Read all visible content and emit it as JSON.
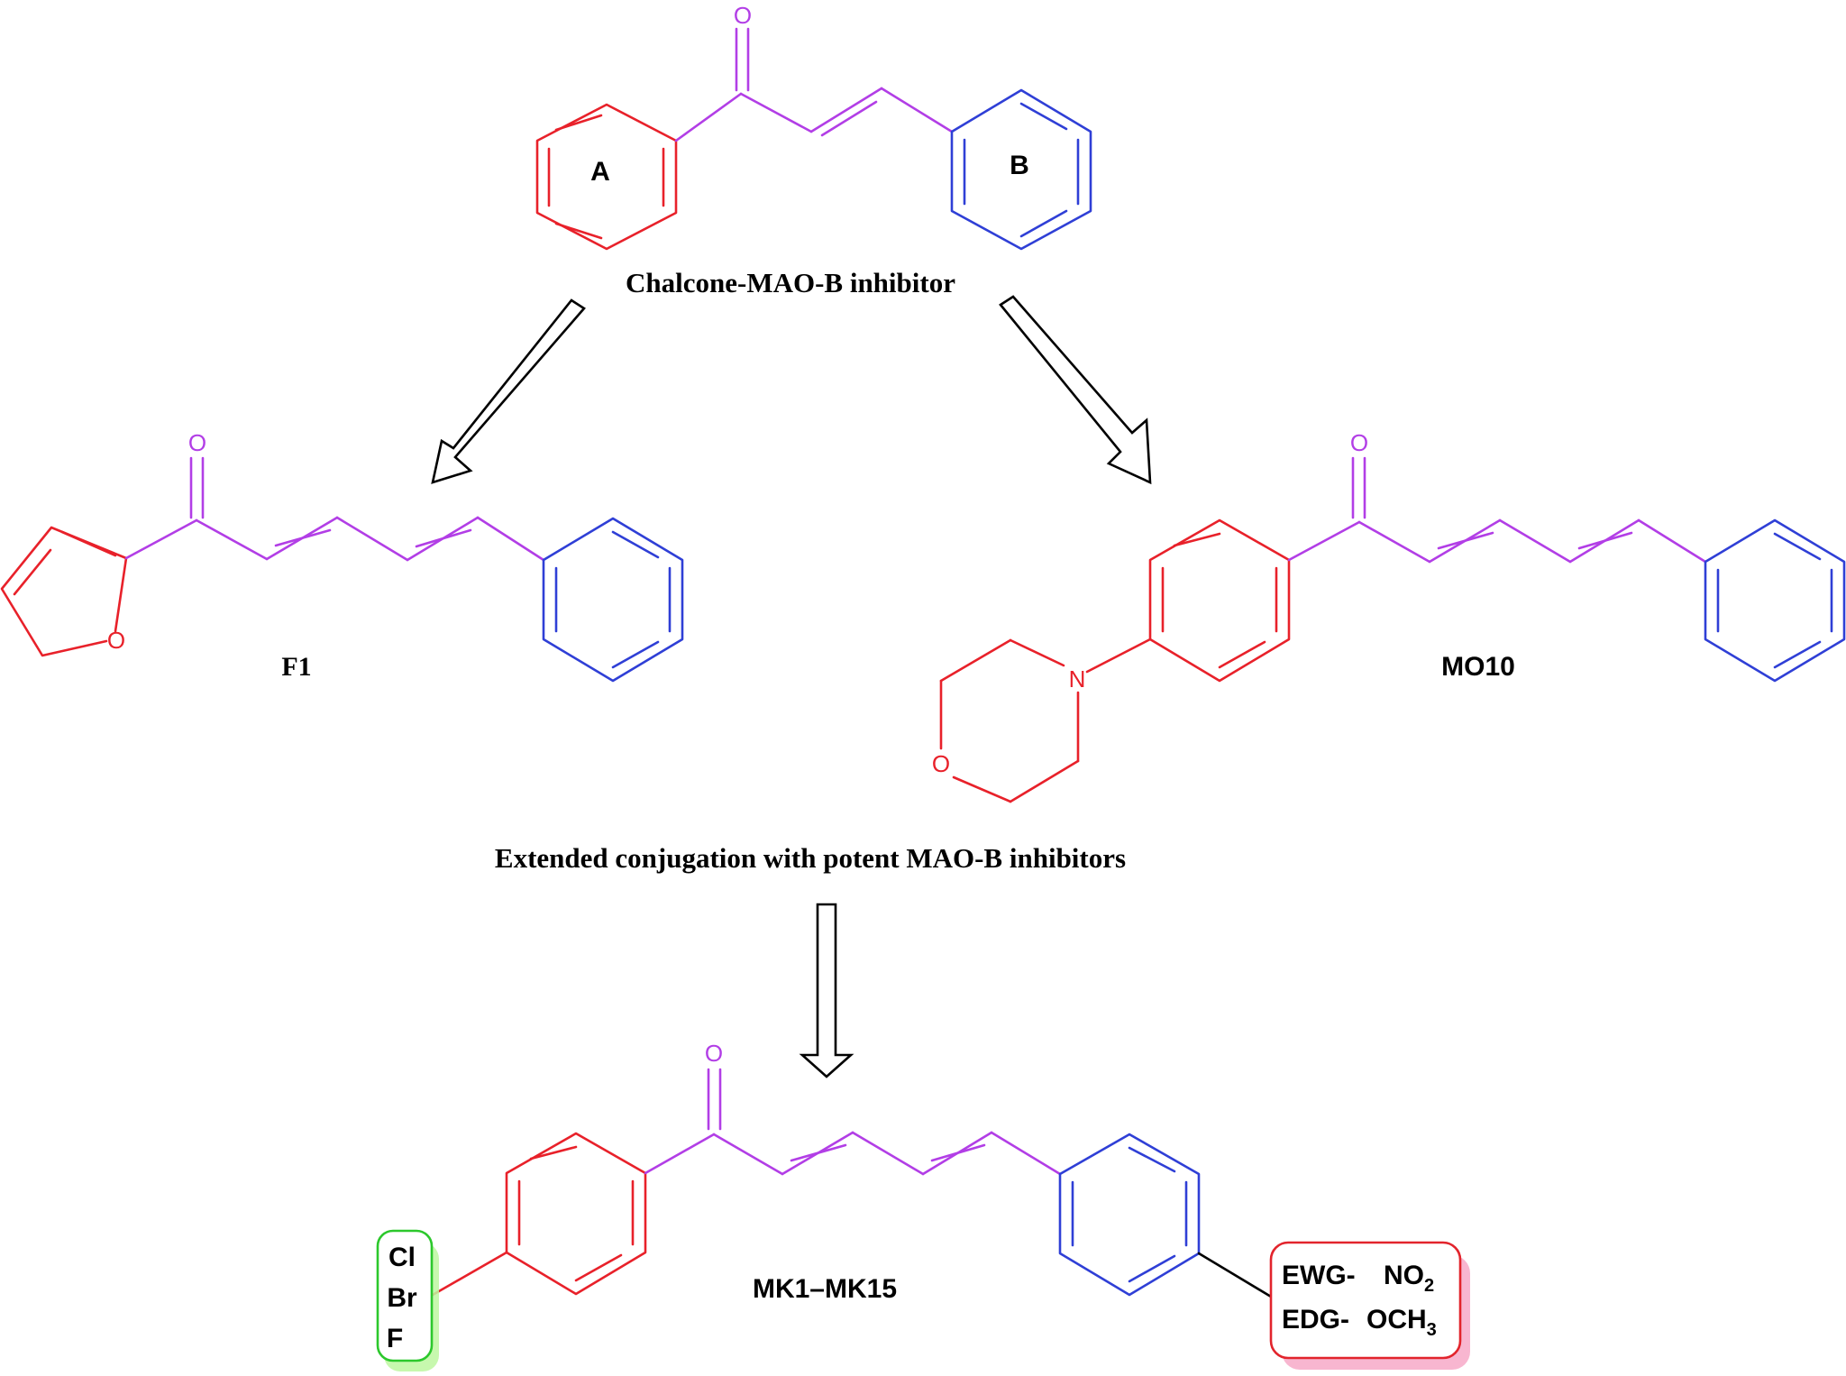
{
  "colors": {
    "ring_a": "#e8212a",
    "ring_b": "#2f3fd6",
    "linker": "#b23ee6",
    "text": "#000000",
    "halogen_box_border": "#2cc82c",
    "halogen_box_shadow": "#bdf7a0",
    "substituent_box_border": "#e2242c",
    "substituent_box_shadow": "#f7a9c8"
  },
  "top": {
    "ring_a_label": "A",
    "ring_b_label": "B",
    "oxygen": "O",
    "caption": "Chalcone-MAO-B inhibitor"
  },
  "f1": {
    "carbonyl_oxygen": "O",
    "furan_oxygen": "O",
    "label": "F1"
  },
  "mo10": {
    "carbonyl_oxygen": "O",
    "nitrogen": "N",
    "morpholine_oxygen": "O",
    "label": "MO10"
  },
  "middle_caption": "Extended conjugation with potent MAO-B inhibitors",
  "bottom": {
    "carbonyl_oxygen": "O",
    "label": "MK1–MK15",
    "halogens": [
      "Cl",
      "Br",
      "F"
    ],
    "ewg_label": "EWG-",
    "ewg_group": "NO",
    "ewg_sub": "2",
    "edg_label": "EDG-",
    "edg_group": "OCH",
    "edg_sub": "3"
  }
}
